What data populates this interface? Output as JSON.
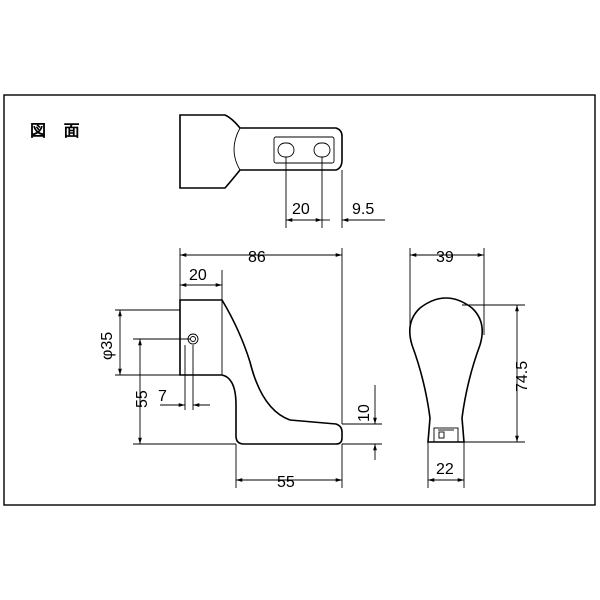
{
  "title": "図 面",
  "dimensions": {
    "top_hole_pitch": "20",
    "top_edge": "9.5",
    "overall_length": "86",
    "head_width": "20",
    "diameter": "φ35",
    "base_height_left": "55",
    "hole_offset": "7",
    "base_thickness": "10",
    "base_length": "55",
    "side_width": "39",
    "side_height": "74.5",
    "side_base_width": "22"
  }
}
